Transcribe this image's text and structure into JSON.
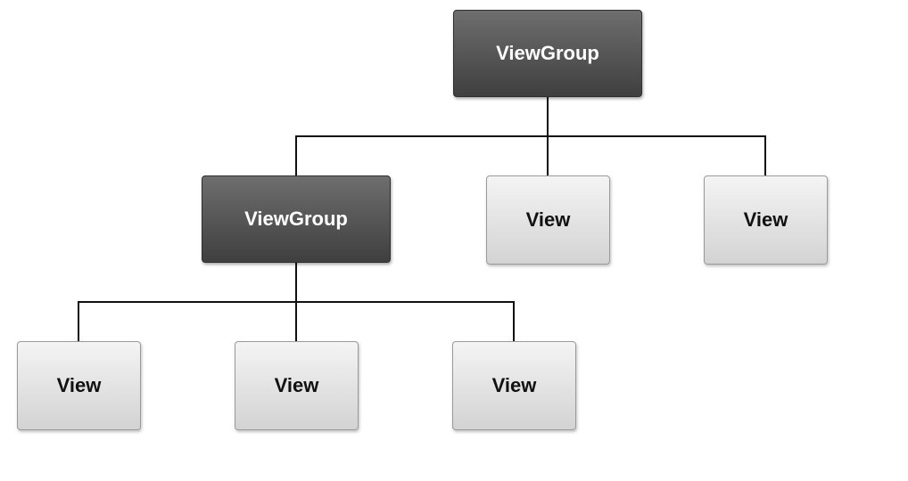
{
  "diagram": {
    "root": {
      "label": "ViewGroup"
    },
    "level1": {
      "group_label": "ViewGroup",
      "view_a_label": "View",
      "view_b_label": "View"
    },
    "level2": {
      "view_a_label": "View",
      "view_b_label": "View",
      "view_c_label": "View"
    }
  }
}
